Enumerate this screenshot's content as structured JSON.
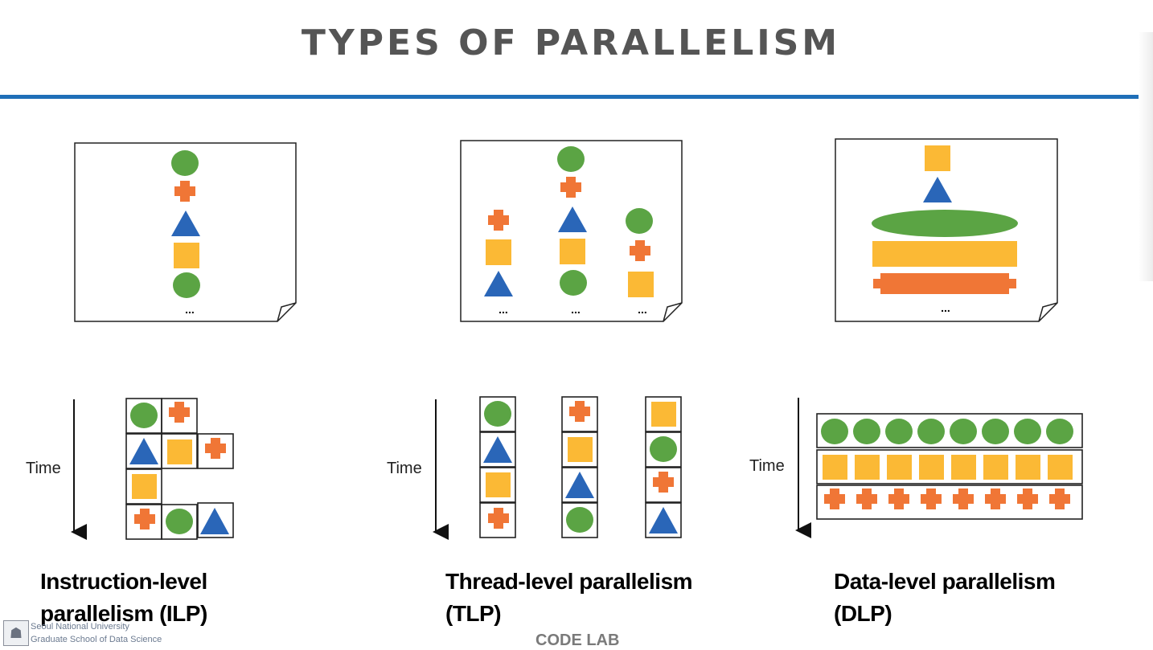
{
  "title": "TYPES OF PARALLELISM",
  "time_label": "Time",
  "ellipsis": "...",
  "panels": [
    {
      "label_line1": "Instruction-level",
      "label_line2": "parallelism (ILP)"
    },
    {
      "label_line1": "Thread-level parallelism",
      "label_line2": "(TLP)"
    },
    {
      "label_line1": "Data-level parallelism",
      "label_line2": "(DLP)"
    }
  ],
  "footer": {
    "university": "Seoul National University",
    "school": "Graduate School of Data Science",
    "center": "CODE LAB"
  },
  "colors": {
    "circle": "#5ba444",
    "cross": "#f07636",
    "triangle": "#2a66b8",
    "square": "#fbb935",
    "accent_rule": "#1f6fb8"
  },
  "icons": [
    "circle",
    "cross",
    "triangle",
    "square"
  ]
}
